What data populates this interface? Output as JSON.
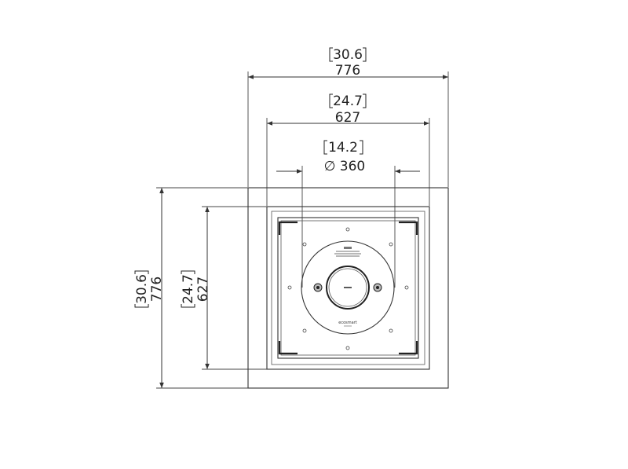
{
  "dimensions": {
    "outer_width": {
      "inches": "30.6",
      "mm": "776"
    },
    "inner_width": {
      "inches": "24.7",
      "mm": "627"
    },
    "burner_diameter": {
      "inches": "14.2",
      "diameter_symbol": "∅",
      "mm": "360"
    },
    "outer_depth": {
      "inches": "30.6",
      "mm": "776"
    },
    "inner_depth": {
      "inches": "24.7",
      "mm": "627"
    }
  },
  "brand_mark": "ecosmart",
  "colors": {
    "line": "#333333",
    "text": "#222222",
    "background": "#ffffff"
  }
}
